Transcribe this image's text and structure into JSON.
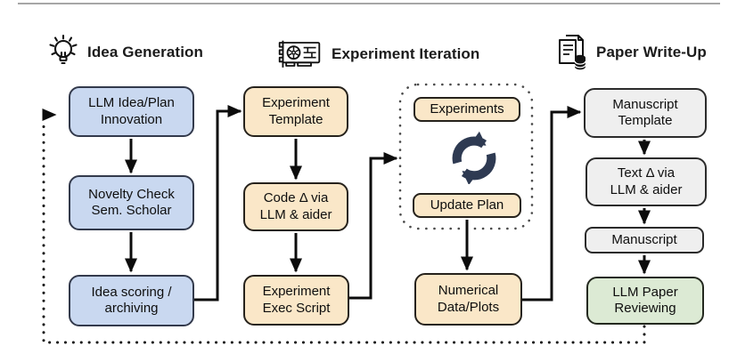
{
  "figure": {
    "type": "flowchart",
    "description": "Three-phase automated research pipeline flow diagram"
  },
  "sections": {
    "idea_generation": {
      "title": "Idea Generation",
      "icon": "lightbulb-icon"
    },
    "experiment_iteration": {
      "title": "Experiment Iteration",
      "icon": "gpu-card-icon"
    },
    "paper_writeup": {
      "title": "Paper Write-Up",
      "icon": "documents-database-icon"
    }
  },
  "nodes": {
    "llm_idea_plan": {
      "label": "LLM Idea/Plan\nInnovation",
      "color": "blue"
    },
    "novelty_check": {
      "label": "Novelty Check\nSem. Scholar",
      "color": "blue"
    },
    "idea_scoring": {
      "label": "Idea scoring /\narchiving",
      "color": "blue"
    },
    "experiment_template": {
      "label": "Experiment\nTemplate",
      "color": "tan"
    },
    "code_delta": {
      "label": "Code Δ via\nLLM & aider",
      "color": "tan"
    },
    "experiment_exec": {
      "label": "Experiment\nExec Script",
      "color": "tan"
    },
    "experiments": {
      "label": "Experiments",
      "color": "tan"
    },
    "update_plan": {
      "label": "Update Plan",
      "color": "tan"
    },
    "numerical_data": {
      "label": "Numerical\nData/Plots",
      "color": "tan"
    },
    "manuscript_template": {
      "label": "Manuscript\nTemplate",
      "color": "gray"
    },
    "text_delta": {
      "label": "Text Δ via\nLLM & aider",
      "color": "gray"
    },
    "manuscript": {
      "label": "Manuscript",
      "color": "gray"
    },
    "llm_paper_reviewing": {
      "label": "LLM Paper\nReviewing",
      "color": "green"
    }
  },
  "edges": [
    {
      "from": "llm_idea_plan",
      "to": "novelty_check",
      "style": "solid-arrow"
    },
    {
      "from": "novelty_check",
      "to": "idea_scoring",
      "style": "solid-arrow"
    },
    {
      "from": "idea_scoring",
      "to": "experiment_template",
      "style": "solid-arrow"
    },
    {
      "from": "experiment_template",
      "to": "code_delta",
      "style": "solid-arrow"
    },
    {
      "from": "code_delta",
      "to": "experiment_exec",
      "style": "solid-arrow"
    },
    {
      "from": "experiment_exec",
      "to": "experiment_loop",
      "style": "solid-arrow"
    },
    {
      "from": "experiment_loop",
      "to": "numerical_data",
      "style": "solid-arrow"
    },
    {
      "from": "numerical_data",
      "to": "manuscript_template",
      "style": "solid-arrow"
    },
    {
      "from": "manuscript_template",
      "to": "text_delta",
      "style": "solid-arrow"
    },
    {
      "from": "text_delta",
      "to": "manuscript",
      "style": "solid-arrow"
    },
    {
      "from": "manuscript",
      "to": "llm_paper_reviewing",
      "style": "solid-arrow"
    },
    {
      "from": "llm_paper_reviewing",
      "to": "llm_idea_plan",
      "style": "dotted-arrow"
    }
  ],
  "loop": {
    "name": "experiment_loop",
    "icon": "cycle-arrows-icon",
    "members": [
      "experiments",
      "update_plan"
    ]
  },
  "colors": {
    "blue_fill": "#c9d8f0",
    "tan_fill": "#fae7c8",
    "gray_fill": "#efefef",
    "green_fill": "#dcead4",
    "box_border": "#2e333b",
    "arrow": "#0c0c0c",
    "loop_icon": "#2e3a52",
    "top_rule": "#a6a6a6"
  }
}
